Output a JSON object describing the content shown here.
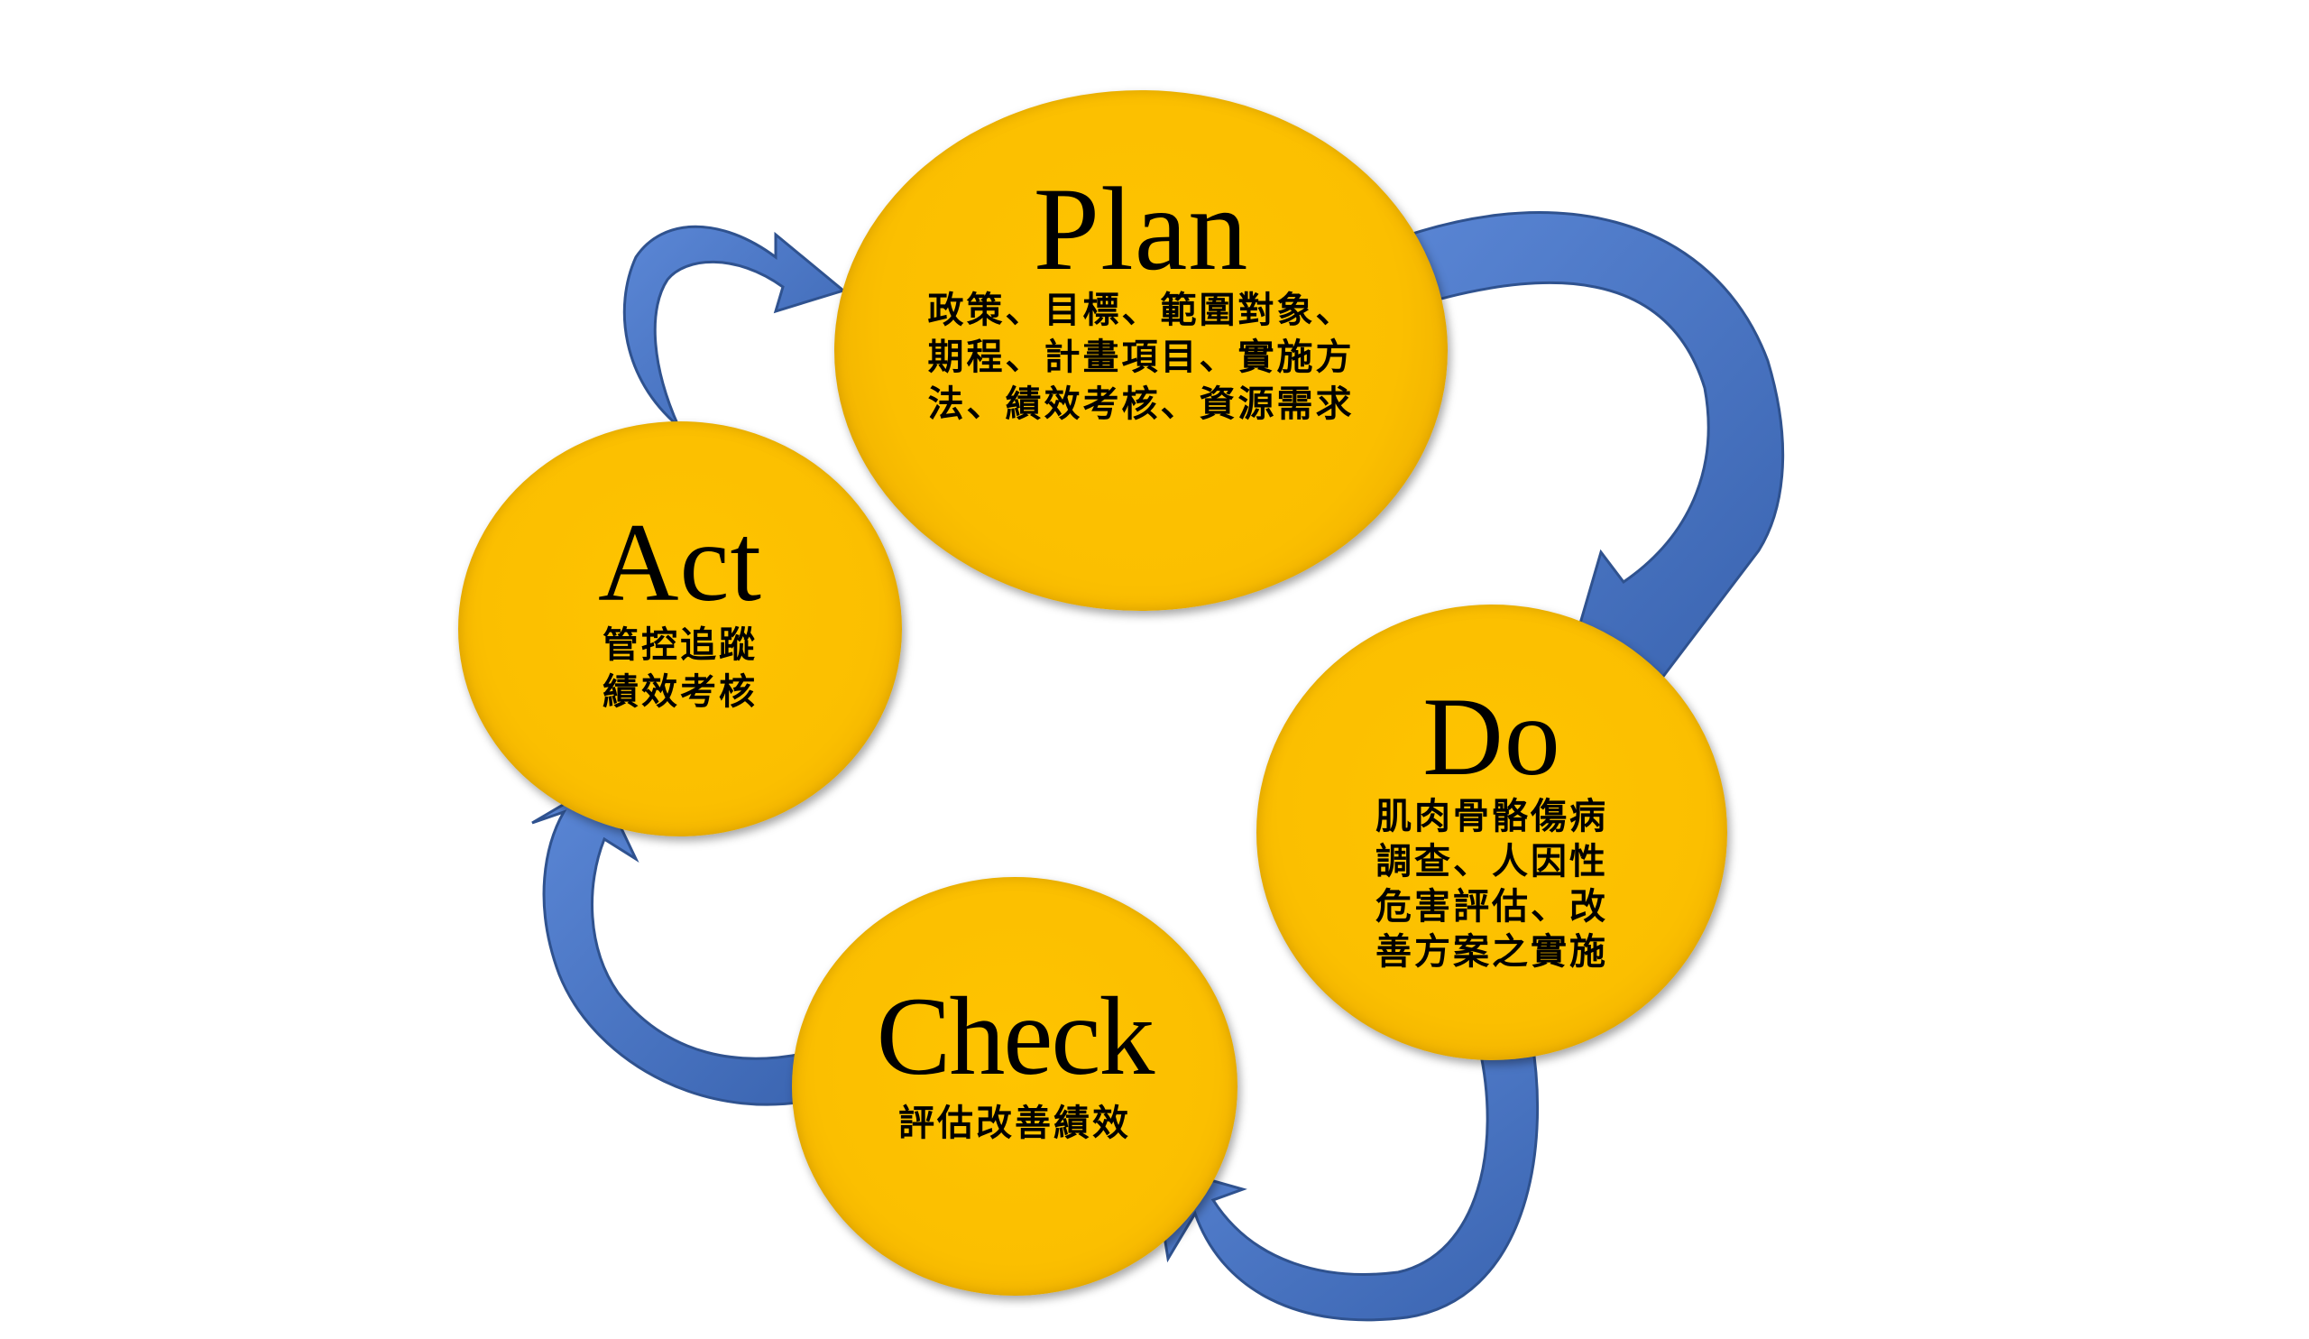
{
  "nodes": {
    "plan": {
      "title": "Plan",
      "lines": [
        "政策、目標、範圍對象、",
        "期程、計畫項目、實施方",
        "法、績效考核、資源需求"
      ]
    },
    "do": {
      "title": "Do",
      "lines": [
        "肌肉骨骼傷病",
        "調查、人因性",
        "危害評估、改",
        "善方案之實施"
      ]
    },
    "check": {
      "title": "Check",
      "lines": [
        "評估改善績效"
      ]
    },
    "act": {
      "title": "Act",
      "lines": [
        "管控追蹤",
        "績效考核"
      ]
    }
  },
  "colors": {
    "circle_fill": "#ffc000",
    "arrow_fill": "#4472c4",
    "arrow_stroke": "#2f528f",
    "text": "#000000"
  },
  "edges": [
    {
      "from": "plan",
      "to": "do"
    },
    {
      "from": "do",
      "to": "check"
    },
    {
      "from": "check",
      "to": "act"
    },
    {
      "from": "act",
      "to": "plan"
    }
  ]
}
